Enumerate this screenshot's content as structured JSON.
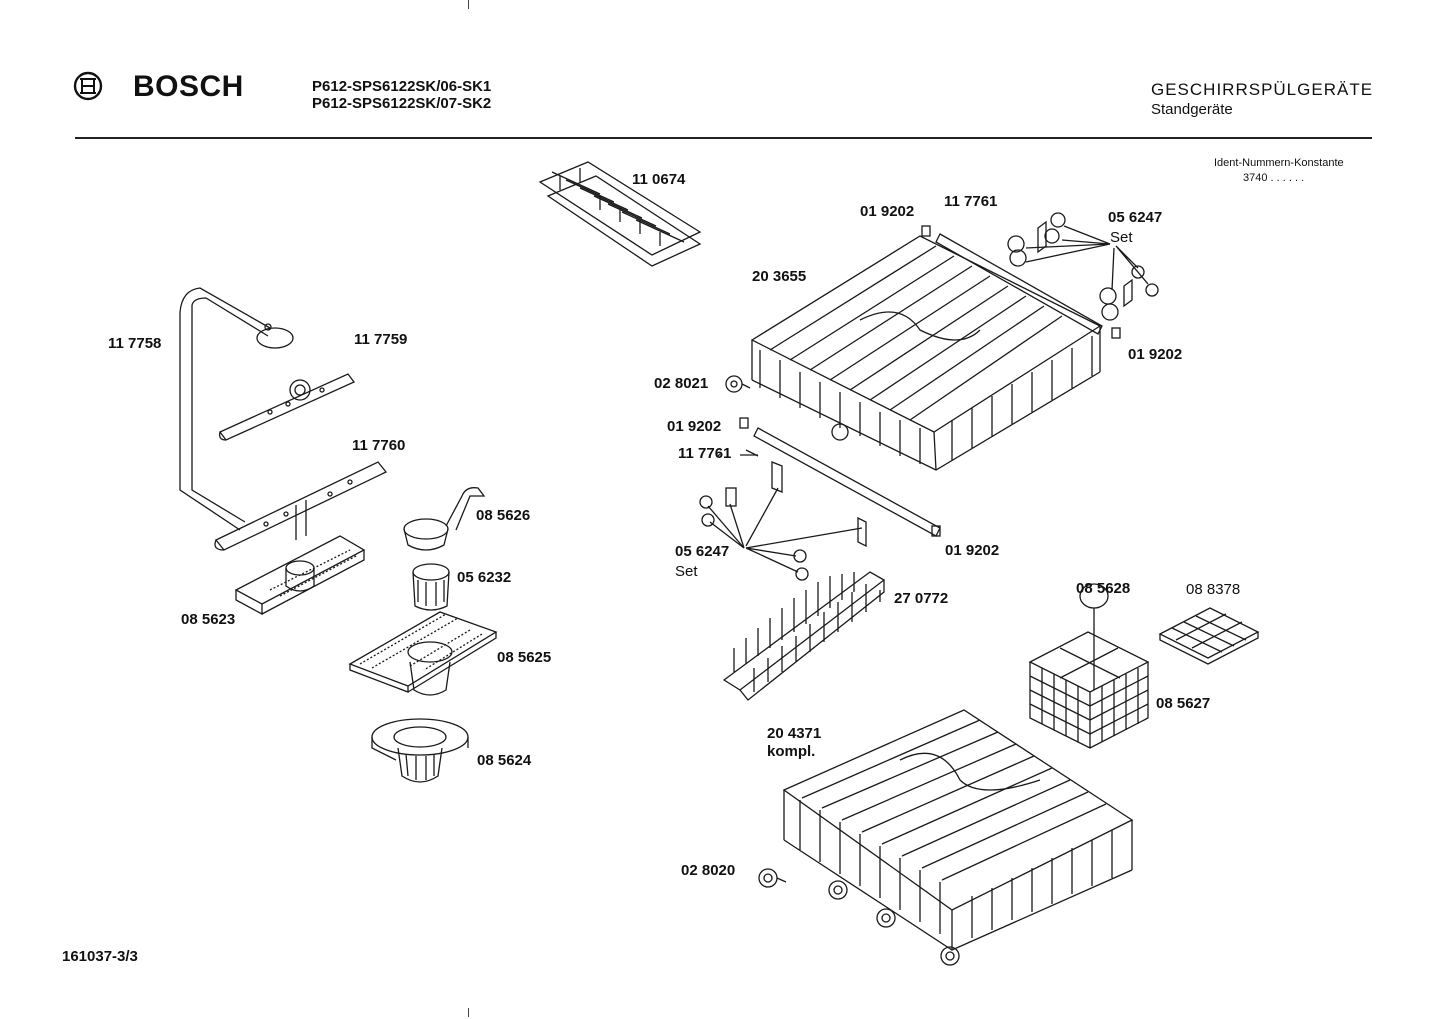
{
  "header": {
    "brand": "BOSCH",
    "models": [
      "P612-SPS6122SK/06-SK1",
      "P612-SPS6122SK/07-SK2"
    ],
    "category_title": "GESCHIRRSPÜLGERÄTE",
    "category_subtitle": "Standgeräte",
    "ident_label": "Ident-Nummern-Konstante",
    "ident_value": "3740  . .   . . . ."
  },
  "footer": {
    "doc_id": "161037-3/3"
  },
  "parts": {
    "cutlery_rack_top": "11 0674",
    "supply_pipe": "11 7758",
    "upper_spray_arm": "11 7759",
    "lower_spray_arm": "11 7760",
    "spray_arm_mount": "08 5623",
    "filter_pipe": "08 5626",
    "fine_filter": "05 6232",
    "filter_plate": "08 5625",
    "coarse_filter": "08 5624",
    "rail_clip_top_a": "01 9202",
    "rail_top": "11 7761",
    "roller_set_top": "05 6247",
    "roller_set_top_note": "Set",
    "upper_basket": "20 3655",
    "rail_clip_top_b": "01 9202",
    "basket_roller_top": "02 8021",
    "rail_clip_front": "01 9202",
    "rail_front": "11 7761",
    "roller_set_front": "05 6247",
    "roller_set_front_note": "Set",
    "rail_clip_front_b": "01 9202",
    "plate_rack": "27 0772",
    "cutlery_handle": "08 5628",
    "cutlery_lid": "08 8378",
    "cutlery_basket": "08 5627",
    "lower_basket": "20 4371",
    "lower_basket_note": "kompl.",
    "basket_roller_bottom": "02 8020"
  }
}
